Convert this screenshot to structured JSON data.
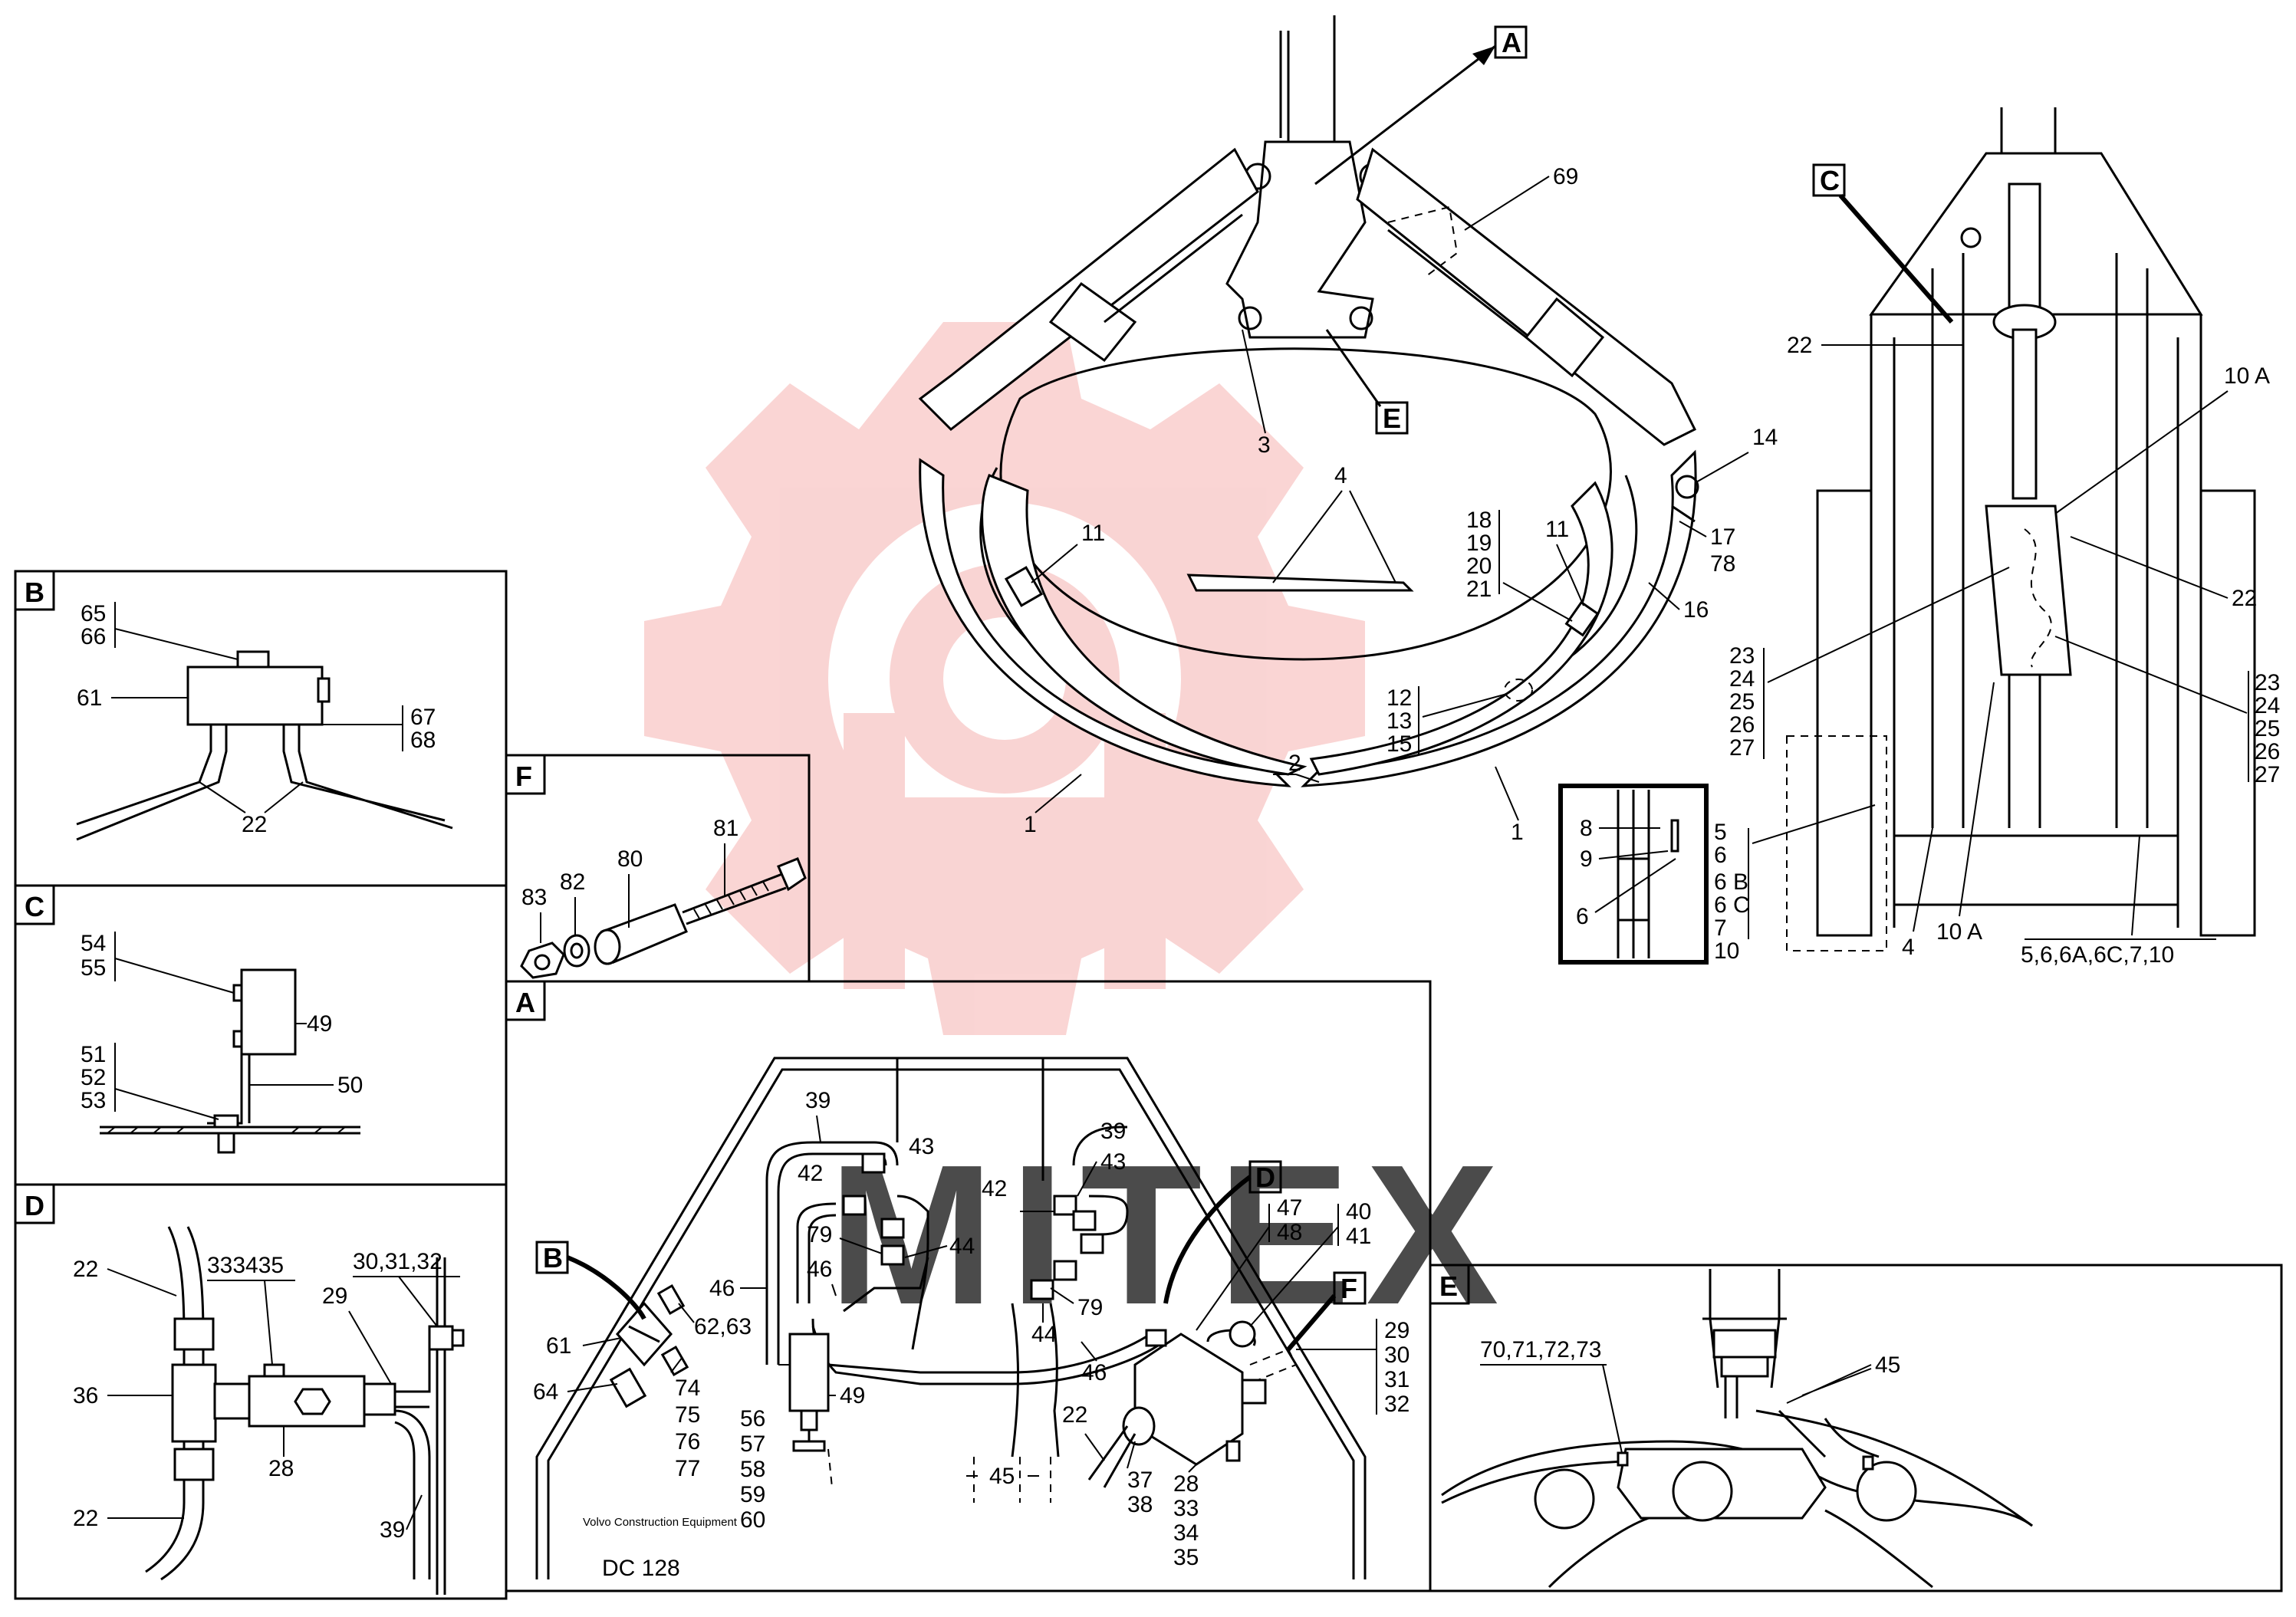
{
  "watermark": {
    "text": "MITEX",
    "color": "#e8413c"
  },
  "footer": {
    "company": "Volvo Construction Equipment",
    "code": "DC 128"
  },
  "detail_views": {
    "B": {
      "label": "B",
      "items": [
        "65",
        "66",
        "61",
        "67",
        "68",
        "22"
      ]
    },
    "C": {
      "label": "C",
      "items": [
        "54",
        "55",
        "49",
        "51",
        "52",
        "53",
        "50"
      ]
    },
    "D": {
      "label": "D",
      "items": [
        "22",
        "333435",
        "30,31,32",
        "29",
        "36",
        "22",
        "28",
        "39"
      ]
    },
    "F": {
      "label": "F",
      "items": [
        "83",
        "82",
        "80",
        "81"
      ]
    },
    "A": {
      "label": "A",
      "items": [
        "39",
        "43",
        "42",
        "79",
        "44",
        "46",
        "46",
        "39",
        "43",
        "42",
        "79",
        "44",
        "46",
        "47",
        "48",
        "40",
        "41",
        "61",
        "62,63",
        "64",
        "74",
        "75",
        "76",
        "77",
        "56",
        "57",
        "58",
        "59",
        "60",
        "49",
        "45",
        "22",
        "37",
        "38",
        "28",
        "33",
        "34",
        "35",
        "29",
        "30",
        "31",
        "32"
      ]
    },
    "E": {
      "label": "E",
      "items": [
        "70,71,72,73",
        "45"
      ]
    }
  },
  "main_view": {
    "callouts": [
      "A",
      "E",
      "C",
      "D",
      "F",
      "B"
    ],
    "items": [
      "69",
      "3",
      "4",
      "14",
      "17",
      "78",
      "16",
      "18",
      "19",
      "20",
      "21",
      "11",
      "11",
      "12",
      "13",
      "15",
      "2",
      "1",
      "1"
    ]
  },
  "side_view": {
    "items": [
      "22",
      "10 A",
      "22",
      "23",
      "24",
      "25",
      "26",
      "27",
      "23",
      "24",
      "25",
      "26",
      "27",
      "5",
      "6",
      "6 B",
      "6 C",
      "7",
      "10",
      "4",
      "10 A",
      "5,6,6A,6C,7,10"
    ]
  },
  "inset": {
    "items": [
      "8",
      "9",
      "6"
    ]
  }
}
